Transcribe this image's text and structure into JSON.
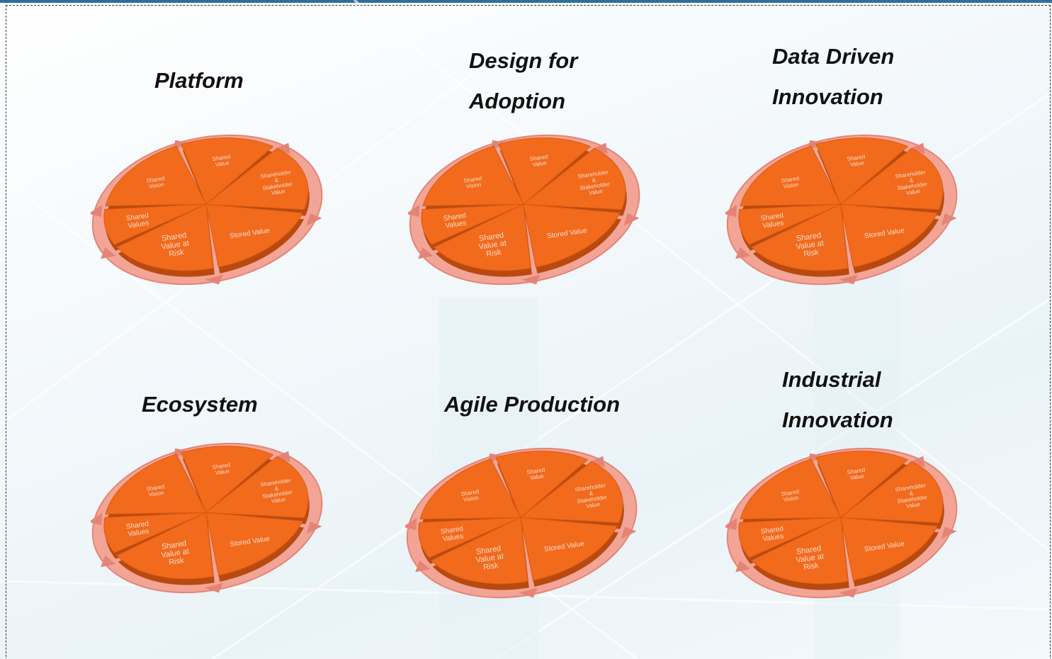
{
  "segment_labels": {
    "shared_vision": [
      "Shared",
      "Vision"
    ],
    "shared_value": [
      "Shared",
      "Value"
    ],
    "shareholder_stakeholder_value": [
      "Shareholder",
      "&",
      "Stakeholder",
      "Value"
    ],
    "stored_value": [
      "Stored Value"
    ],
    "shared_value_at_risk": [
      "Shared",
      "Value at",
      "Risk"
    ],
    "shared_values": [
      "Shared",
      "Values"
    ]
  },
  "diagrams": [
    {
      "id": "platform",
      "title_lines": [
        "Platform"
      ]
    },
    {
      "id": "design-for-adoption",
      "title_lines": [
        "Design for",
        "Adoption"
      ]
    },
    {
      "id": "data-driven-innovation",
      "title_lines": [
        "Data Driven",
        "Innovation"
      ]
    },
    {
      "id": "ecosystem",
      "title_lines": [
        "Ecosystem"
      ]
    },
    {
      "id": "agile-production",
      "title_lines": [
        "Agile Production"
      ]
    },
    {
      "id": "industrial-innovation",
      "title_lines": [
        "Industrial",
        "Innovation"
      ]
    }
  ],
  "colors": {
    "segment_fill": "#f26a1b",
    "segment_side": "#b84a10",
    "ring_fill": "#f2a596",
    "ring_edge": "#e48476",
    "frame_top": "#2f6e9c"
  }
}
